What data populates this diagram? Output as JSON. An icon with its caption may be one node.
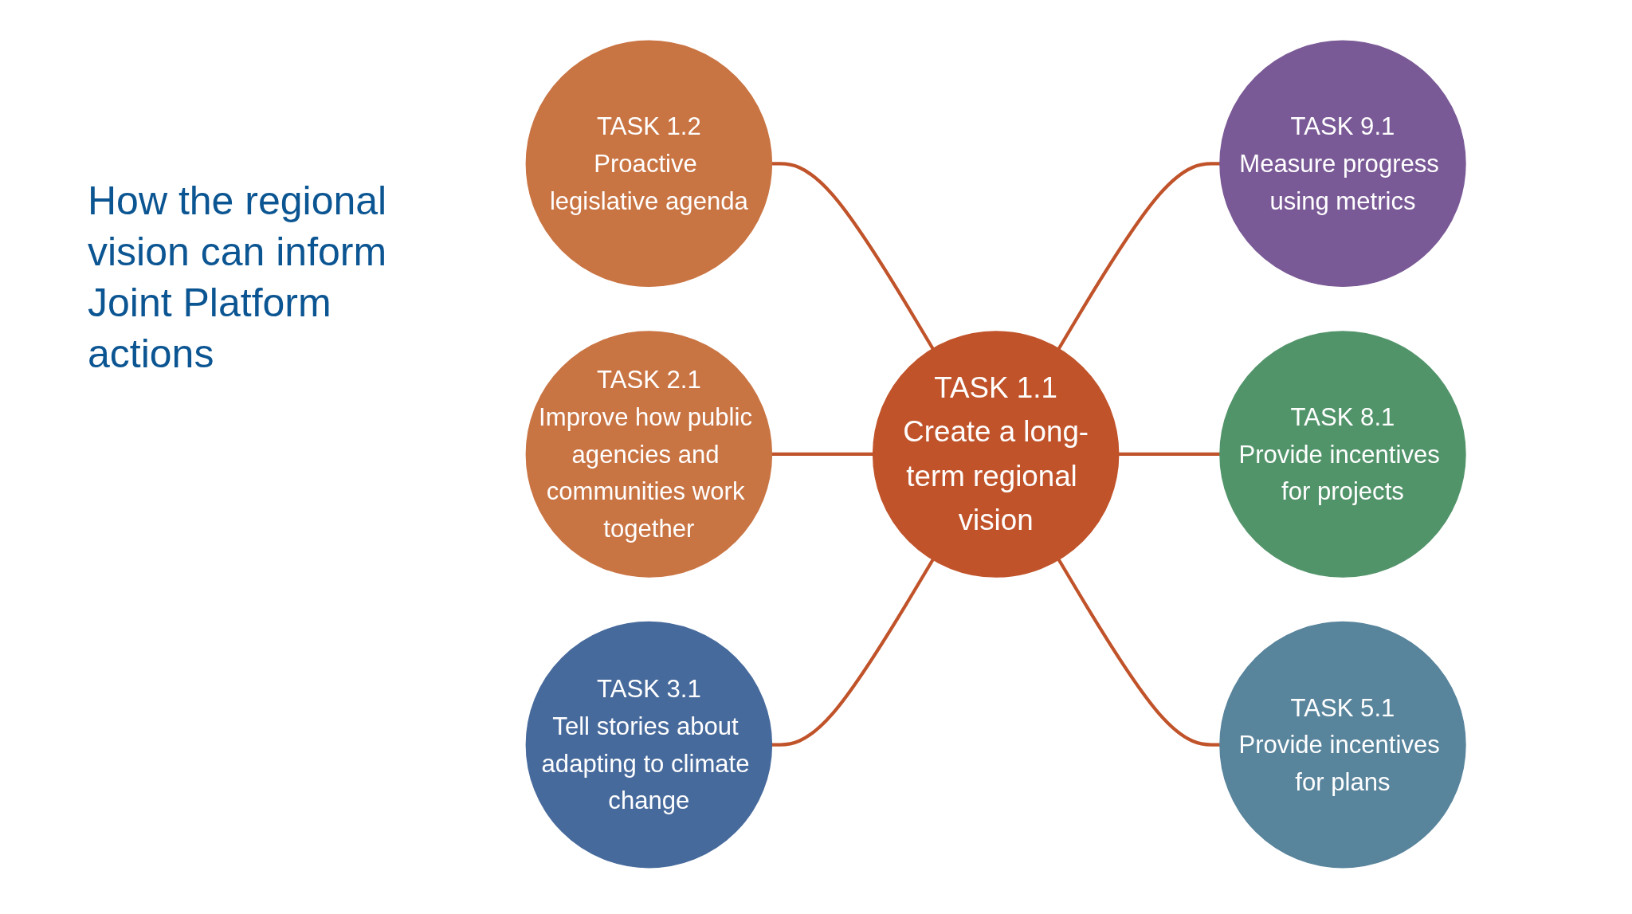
{
  "diagram": {
    "title": "How the regional vision can inform Joint Platform actions",
    "nodes": [
      {
        "text": [
          "TASK 1.2",
          "Proactive legislative agenda"
        ]
      },
      {
        "text": [
          "TASK 1.1",
          "Create a long-term regional vision"
        ]
      },
      {
        "text": [
          "TASK 9.1",
          "Measure progress using metrics"
        ]
      },
      {
        "text": [
          "TASK 2.1",
          "Improve how public agencies and communities work together"
        ]
      },
      {
        "text": [
          "TASK 8.1",
          "Provide incentives for projects"
        ]
      },
      {
        "text": [
          "TASK 3.1",
          "Tell stories about adapting to climate change"
        ]
      },
      {
        "text": [
          "TASK 5.1",
          "Provide incentives for plans"
        ]
      }
    ],
    "edges": [
      {
        "from": 0,
        "to": 1,
        "arrow": "none"
      },
      {
        "from": 1,
        "to": 2,
        "arrow": "none"
      },
      {
        "from": 3,
        "to": 1,
        "arrow": "none"
      },
      {
        "from": 1,
        "to": 4,
        "arrow": "none"
      },
      {
        "from": 5,
        "to": 1,
        "arrow": "none"
      },
      {
        "from": 1,
        "to": 6,
        "arrow": "none"
      }
    ]
  }
}
